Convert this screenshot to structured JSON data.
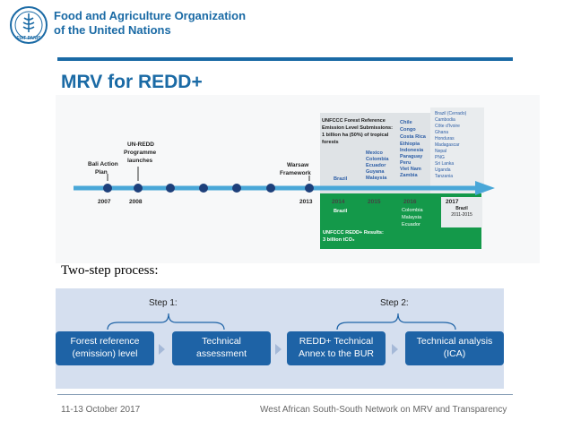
{
  "header": {
    "org_line1": "Food and Agriculture Organization",
    "org_line2": "of the United Nations",
    "logo_icon": "fao-logo-icon"
  },
  "slide": {
    "title": "MRV for REDD+",
    "subtitle_text": "Two-step process:"
  },
  "timeline": {
    "events": {
      "bali": "Bali Action Plan",
      "unredd": "UN-REDD Programme launches",
      "warsaw": "Warsaw Framework"
    },
    "years": [
      "2007",
      "2008",
      "2013",
      "2014",
      "2015",
      "2016",
      "2017"
    ],
    "frel_header": "UNFCCC Forest Reference Emission Level Submissions: 1 billion ha (50%) of tropical forests",
    "col2014_top": [
      "Brazil"
    ],
    "col2015_top": [
      "Mexico",
      "Colombia",
      "Ecuador",
      "Guyana",
      "Malaysia"
    ],
    "col2016_top": [
      "Chile",
      "Congo",
      "Costa Rica",
      "Ethiopia",
      "Indonesia",
      "Paraguay",
      "Peru",
      "Viet Nam",
      "Zambia"
    ],
    "col2017_top": [
      "Brazil (Cerrado)",
      "Cambodia",
      "Côte d'Ivoire",
      "Ghana",
      "Honduras",
      "Madagascar",
      "Nepal",
      "PNG",
      "Sri Lanka",
      "Uganda",
      "Tanzania"
    ],
    "col2014_bottom": [
      "Brazil"
    ],
    "col2016_bottom": [
      "Colombia",
      "Malaysia",
      "Ecuador"
    ],
    "col2017_bottom": [
      "Brazil",
      "2011-2015"
    ],
    "results_label": "UNFCCC REDD+ Results: 3 billion tCO₂"
  },
  "process": {
    "step1_label": "Step 1:",
    "step2_label": "Step 2:",
    "box1": "Forest reference (emission) level",
    "box2": "Technical assessment",
    "box3": "REDD+ Technical Annex to the BUR",
    "box4": "Technical analysis (ICA)"
  },
  "footer": {
    "date": "11-13 October 2017",
    "event": "West African South-South Network on MRV and Transparency"
  },
  "colors": {
    "brand_blue": "#1a6aa5",
    "box_blue": "#1e63a6",
    "band": "#d5dfef",
    "green": "#14994a",
    "arrow": "#49a7d8"
  }
}
